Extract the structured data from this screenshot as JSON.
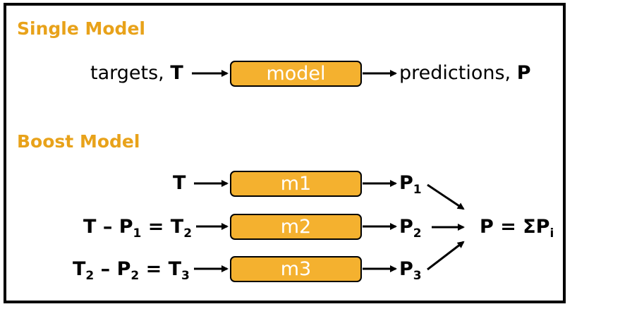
{
  "single": {
    "title": "Single Model",
    "input_label": "targets, ",
    "input_symbol": "T",
    "model_label": "model",
    "output_label": "predictions, ",
    "output_symbol": "P"
  },
  "boost": {
    "title": "Boost Model",
    "rows": [
      {
        "input_parts": [
          "T",
          "",
          "",
          "",
          "",
          "",
          ""
        ],
        "model_label": "m1",
        "output": "P",
        "output_sub": "1"
      },
      {
        "input_parts": [
          "T",
          "",
          " – P",
          "1",
          " = T",
          "2",
          ""
        ],
        "model_label": "m2",
        "output": "P",
        "output_sub": "2"
      },
      {
        "input_parts": [
          "T",
          "2",
          " – P",
          "2",
          " = T",
          "3",
          ""
        ],
        "model_label": "m3",
        "output": "P",
        "output_sub": "3"
      }
    ],
    "result_main": "P = ΣP",
    "result_sub": "i"
  }
}
